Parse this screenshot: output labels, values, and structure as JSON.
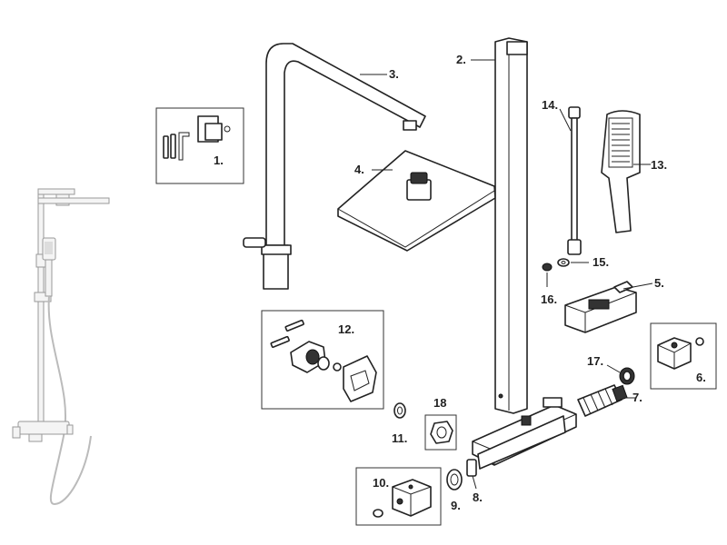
{
  "callouts": {
    "c1": "1.",
    "c2": "2.",
    "c3": "3.",
    "c4": "4.",
    "c5": "5.",
    "c6": "6.",
    "c7": "7.",
    "c8": "8.",
    "c9": "9.",
    "c10": "10.",
    "c11": "11.",
    "c12": "12.",
    "c13": "13.",
    "c14": "14.",
    "c15": "15.",
    "c16": "16.",
    "c17": "17.",
    "c18": "18"
  }
}
